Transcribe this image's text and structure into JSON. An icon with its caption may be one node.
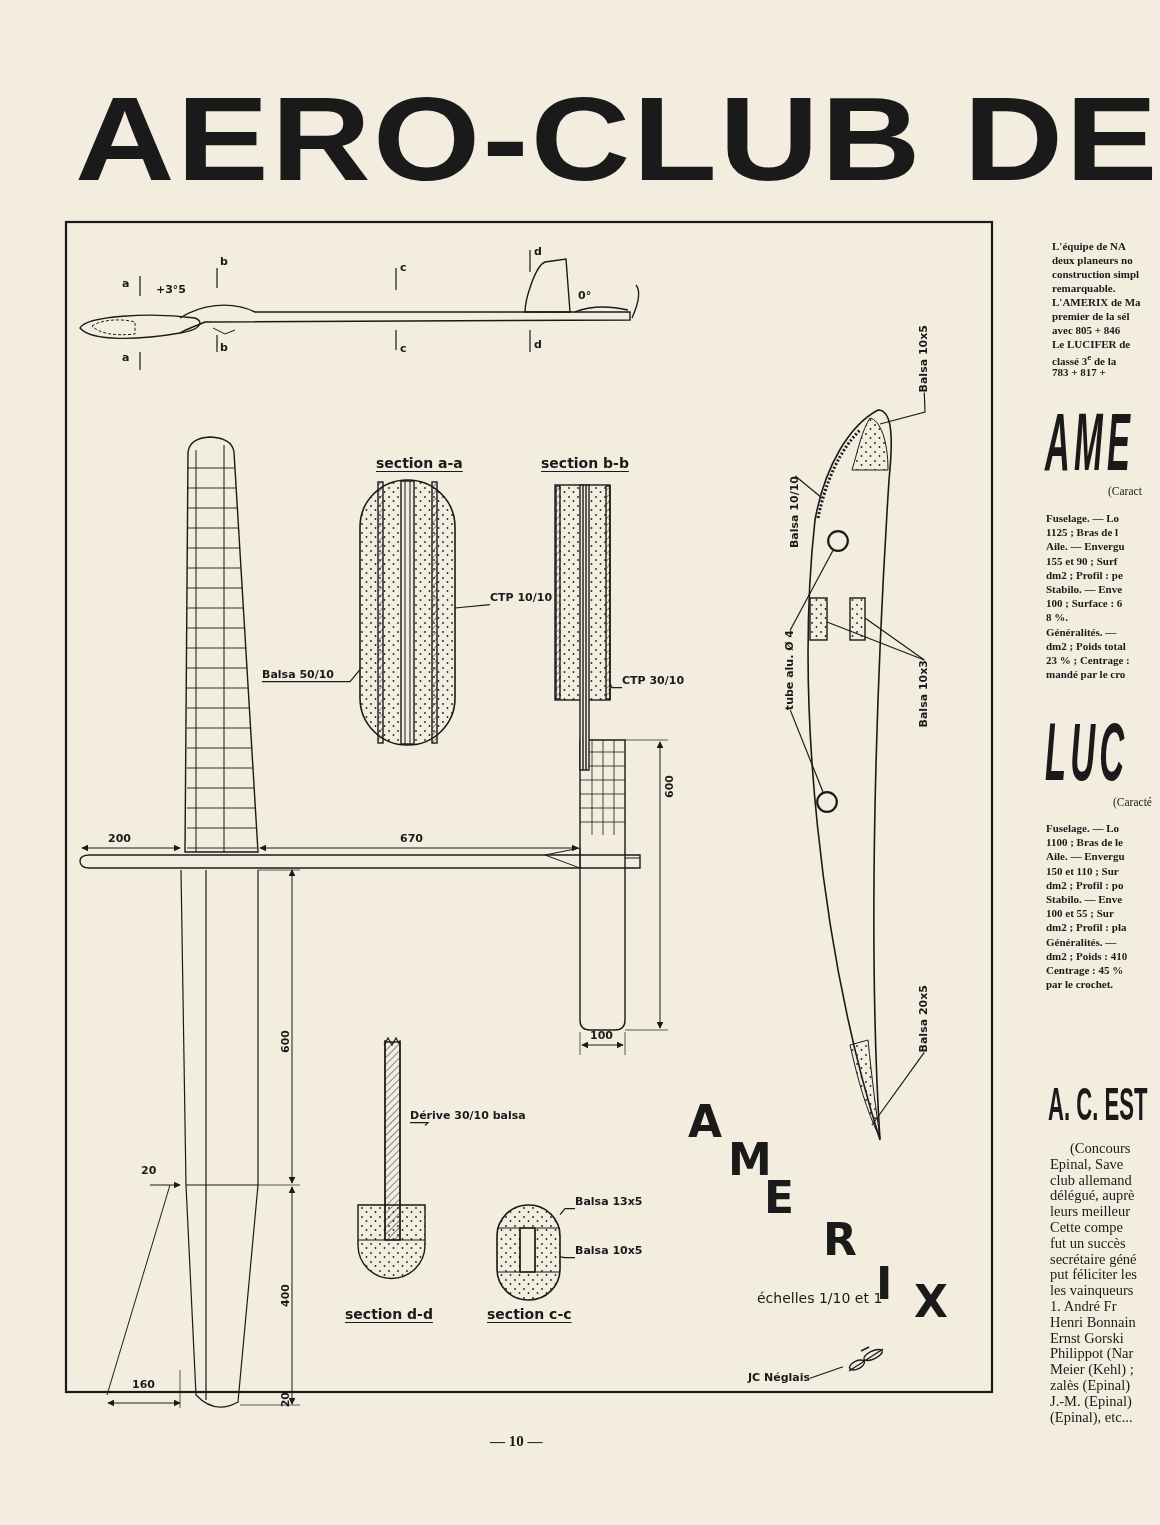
{
  "diagram": {
    "title": "AERO-CLUB DE",
    "nodes": [
      {
        "text": [
          "Balsa 10/10"
        ]
      },
      {
        "text": [
          "Balsa 10x5"
        ]
      },
      {
        "text": [
          "tube alu. Ø 4"
        ]
      },
      {
        "text": [
          "Balsa 10x3"
        ]
      },
      {
        "text": [
          "Balsa 20x5"
        ]
      },
      {
        "text": [
          "Balsa 50/10"
        ]
      },
      {
        "text": [
          "CTP 10/10"
        ]
      },
      {
        "text": [
          "CTP 30/10"
        ]
      },
      {
        "text": [
          "Dérive 30/10 balsa"
        ]
      },
      {
        "text": [
          "Balsa 13x5"
        ]
      },
      {
        "text": [
          "Balsa 10x5"
        ]
      },
      {
        "text": [
          "JC Néglais"
        ]
      },
      {
        "text": [],
        "shape": "picture"
      },
      {
        "text": [],
        "shape": "circle"
      },
      {
        "text": [],
        "shape": "circle"
      },
      {
        "text": [],
        "shape": "picture"
      },
      {
        "text": [],
        "shape": "picture"
      },
      {
        "text": [],
        "shape": "picture"
      },
      {
        "text": [],
        "shape": "picture"
      }
    ],
    "edges": [
      {
        "from": 0,
        "to": null,
        "arrow": "none"
      },
      {
        "from": 1,
        "to": null,
        "arrow": "none"
      },
      {
        "from": 2,
        "to": 13,
        "arrow": "none"
      },
      {
        "from": 2,
        "to": 14,
        "arrow": "none"
      },
      {
        "from": 3,
        "to": null,
        "arrow": "none"
      },
      {
        "from": 3,
        "to": null,
        "arrow": "none"
      },
      {
        "from": 4,
        "to": null,
        "arrow": "none"
      },
      {
        "from": 5,
        "to": 15,
        "arrow": "none"
      },
      {
        "from": 6,
        "to": 15,
        "arrow": "none"
      },
      {
        "from": 7,
        "to": 16,
        "arrow": "none"
      },
      {
        "from": 8,
        "to": 17,
        "arrow": "none"
      },
      {
        "from": 9,
        "to": 18,
        "arrow": "none"
      },
      {
        "from": 10,
        "to": 18,
        "arrow": "none"
      },
      {
        "from": 11,
        "to": 12,
        "arrow": "none"
      }
    ],
    "labels": [
      "a",
      "+3°5",
      "b",
      "c",
      "d",
      "0°",
      "a",
      "b",
      "c",
      "d",
      "section a-a",
      "section b-b",
      "200",
      "670",
      "600",
      "100",
      "600",
      "20",
      "400",
      "160",
      "20",
      "section d-d",
      "section c-c",
      "A",
      "M",
      "E",
      "R",
      "I",
      "X",
      "échelles 1/10 et 1",
      "— 10 —",
      "L'équipe de NA",
      "deux planeurs no",
      "construction simpl",
      "remarquable.",
      "L'AMERIX de Ma",
      "premier de la sél",
      "avec 805 + 846",
      "Le LUCIFER de",
      "classé 3$^{e}$ de la",
      "783 + 817 +",
      "AME",
      "(Caract",
      "**Fuselage.** — Lo",
      "1125 ; Bras de l",
      "**Aile.** — Envergu",
      "155 et 90 ; Surf",
      "dm2 ; Profil : pe",
      "**Stabilo.** — Enve",
      "100 ; Surface : 6",
      "8 %.",
      "**Généralités.** —",
      "dm2 ; Poids total",
      "23 % ; Centrage :",
      "mandé par le cro",
      "LUC",
      "(Caracté",
      "**Fuselage.** — Lo",
      "1100 ; Bras de le",
      "**Aile.** — Envergu",
      "150 et 110 ; Sur",
      "dm2 ; Profil : po",
      "**Stabilo.** — Enve",
      "100 et 55 ; Sur",
      "dm2 ; Profil : pla",
      "**Généralités.** —",
      "dm2 ; Poids : 410",
      "Centrage : 45 %",
      "par le crochet.",
      "A. C. EST",
      "(Concours",
      "Epinal, Save",
      "club allemand",
      "délégué, auprè",
      "leurs meilleur",
      "Cette compe",
      "fut un succès",
      "secrétaire géné",
      "put féliciter les",
      "les vainqueurs",
      "1. André Fr",
      "Henri Bonnain",
      "Ernst Gorski",
      "Philippot (Nar",
      "Meier (Kehl) ;",
      "zalès (Epinal)",
      "J.-M. (Epinal)",
      "(Epinal), etc..."
    ]
  }
}
